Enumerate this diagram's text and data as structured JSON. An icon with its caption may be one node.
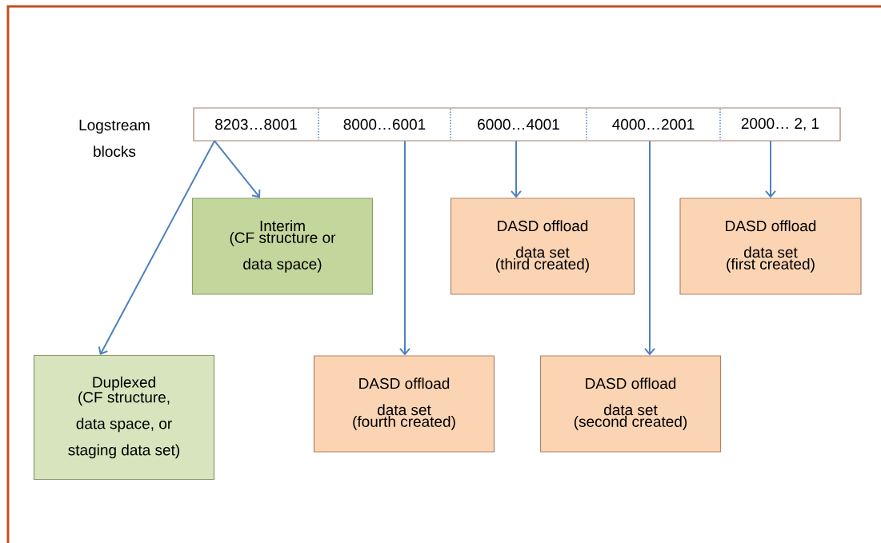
{
  "diagram": {
    "nodes": [
      {
        "text": [],
        "shape": "bar",
        "beside": [
          "Logstream blocks"
        ]
      },
      {
        "text": [
          "8203…8001"
        ],
        "in": 0
      },
      {
        "text": [
          "8000…6001"
        ],
        "in": 0
      },
      {
        "text": [
          "6000…4001"
        ],
        "in": 0
      },
      {
        "text": [
          "4000…2001"
        ],
        "in": 0
      },
      {
        "text": [
          "2000… 2, 1"
        ],
        "in": 0
      },
      {
        "text": [
          "Interim",
          "(CF structure or data space)"
        ]
      },
      {
        "text": [
          "DASD offload data set",
          "(third created)"
        ]
      },
      {
        "text": [
          "DASD offload data set",
          "(first created)"
        ]
      },
      {
        "text": [
          "Duplexed",
          "(CF structure, data space, or staging data set)"
        ]
      },
      {
        "text": [
          "DASD offload data set",
          "(fourth created)"
        ]
      },
      {
        "text": [
          "DASD offload data set",
          "(second created)"
        ]
      }
    ],
    "edges": [
      {
        "from": 1,
        "to": 6,
        "arrow": "to"
      },
      {
        "from": 1,
        "to": 9,
        "arrow": "to"
      },
      {
        "from": 2,
        "to": 10,
        "arrow": "to"
      },
      {
        "from": 3,
        "to": 7,
        "arrow": "to"
      },
      {
        "from": 4,
        "to": 11,
        "arrow": "to"
      },
      {
        "from": 5,
        "to": 8,
        "arrow": "to"
      }
    ]
  }
}
